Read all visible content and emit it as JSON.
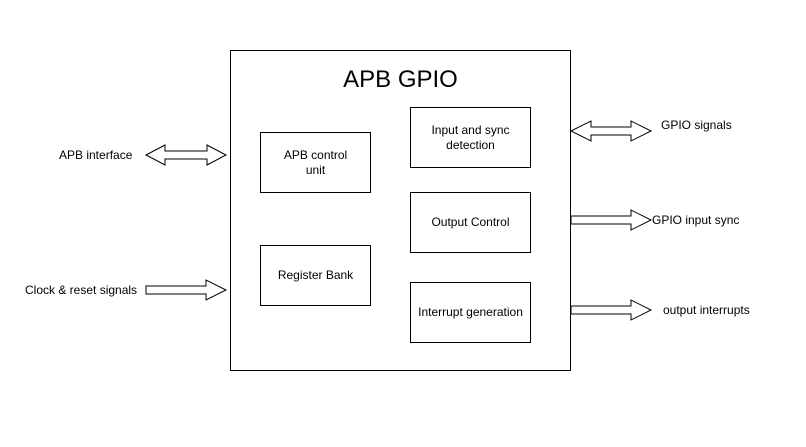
{
  "diagram": {
    "title": "APB GPIO",
    "blocks": [
      {
        "id": "apb-control-unit",
        "label": "APB control\nunit"
      },
      {
        "id": "register-bank",
        "label": "Register Bank"
      },
      {
        "id": "input-sync-detection",
        "label": "Input and sync\ndetection"
      },
      {
        "id": "output-control",
        "label": "Output Control"
      },
      {
        "id": "interrupt-generation",
        "label": "Interrupt generation"
      }
    ],
    "external_signals": [
      {
        "id": "apb-interface",
        "label": "APB interface",
        "direction": "bidirectional"
      },
      {
        "id": "clock-reset",
        "label": "Clock & reset signals",
        "direction": "input"
      },
      {
        "id": "gpio-signals",
        "label": "GPIO signals",
        "direction": "bidirectional"
      },
      {
        "id": "gpio-input-sync",
        "label": "GPIO input sync",
        "direction": "output"
      },
      {
        "id": "output-interrupts",
        "label": "output interrupts",
        "direction": "output"
      }
    ]
  },
  "colors": {
    "stroke": "#000000",
    "fill": "#ffffff",
    "text": "#000000"
  }
}
